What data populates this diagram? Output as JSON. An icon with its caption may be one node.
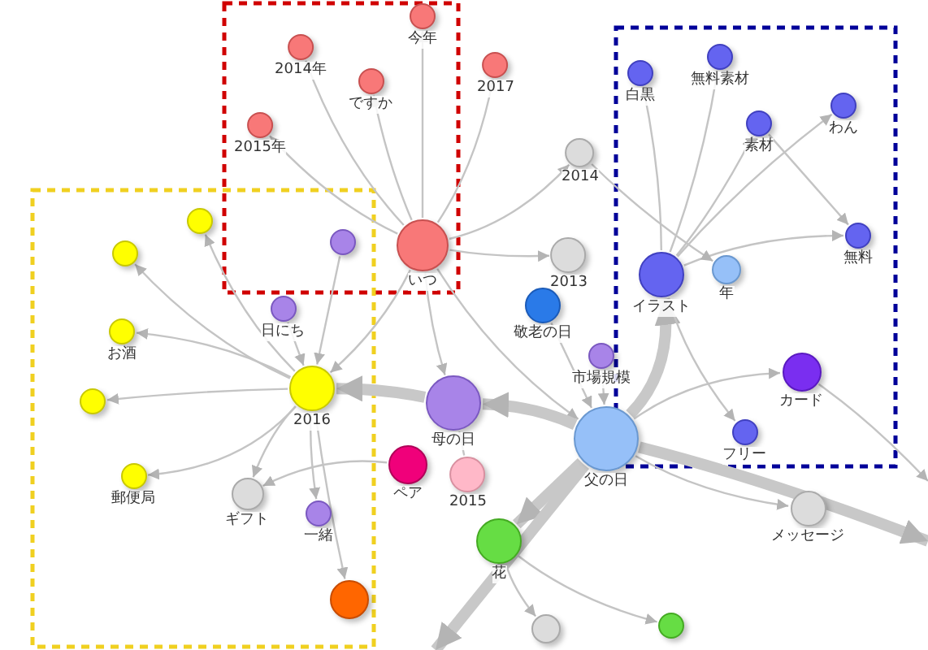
{
  "diagram": {
    "nodes": [
      {
        "text": [
          "今年"
        ]
      },
      {
        "text": [
          "2014年"
        ]
      },
      {
        "text": [
          "ですか"
        ]
      },
      {
        "text": [
          "2017"
        ]
      },
      {
        "text": [
          "2015年"
        ]
      },
      {
        "text": [
          "2014"
        ]
      },
      {
        "text": [
          "いつ"
        ]
      },
      {
        "text": [
          "2013"
        ]
      },
      {
        "text": [],
        "shape": "circle"
      },
      {
        "text": [],
        "shape": "circle"
      },
      {
        "text": [],
        "shape": "circle"
      },
      {
        "text": [
          "日にち"
        ]
      },
      {
        "text": [
          "お酒"
        ]
      },
      {
        "text": [
          "2016"
        ]
      },
      {
        "text": [],
        "shape": "circle"
      },
      {
        "text": [
          "母の日"
        ]
      },
      {
        "text": [
          "郵便局"
        ]
      },
      {
        "text": [
          "ギフト"
        ]
      },
      {
        "text": [
          "ペア"
        ]
      },
      {
        "text": [
          "2015"
        ]
      },
      {
        "text": [
          "一緒"
        ]
      },
      {
        "text": [],
        "shape": "circle"
      },
      {
        "text": [
          "花"
        ]
      },
      {
        "text": [
          "敬老の日"
        ]
      },
      {
        "text": [
          "市場規模"
        ]
      },
      {
        "text": [
          "父の日"
        ]
      },
      {
        "text": [
          "白黒"
        ]
      },
      {
        "text": [
          "無料素材"
        ]
      },
      {
        "text": [
          "素材"
        ]
      },
      {
        "text": [
          "わん"
        ]
      },
      {
        "text": [
          "イラスト"
        ]
      },
      {
        "text": [
          "年"
        ]
      },
      {
        "text": [
          "無料"
        ]
      },
      {
        "text": [
          "カード"
        ]
      },
      {
        "text": [
          "フリー"
        ]
      },
      {
        "text": [
          "メッセージ"
        ]
      },
      {
        "text": [],
        "shape": "circle"
      },
      {
        "text": [],
        "shape": "circle"
      }
    ],
    "edges": [
      {
        "from": 6,
        "to": 0,
        "arrow": "to"
      },
      {
        "from": 6,
        "to": 1,
        "arrow": "to"
      },
      {
        "from": 6,
        "to": 2,
        "arrow": "to"
      },
      {
        "from": 6,
        "to": 3,
        "arrow": "to"
      },
      {
        "from": 6,
        "to": 4,
        "arrow": "to"
      },
      {
        "from": 6,
        "to": 5,
        "arrow": "to"
      },
      {
        "from": 6,
        "to": 7,
        "arrow": "to"
      },
      {
        "from": 6,
        "to": 13,
        "arrow": "to"
      },
      {
        "from": 6,
        "to": 15,
        "arrow": "to"
      },
      {
        "from": 6,
        "to": 25,
        "arrow": "to"
      },
      {
        "from": 13,
        "to": 9,
        "arrow": "to"
      },
      {
        "from": 13,
        "to": 8,
        "arrow": "to"
      },
      {
        "from": 13,
        "to": 12,
        "arrow": "to"
      },
      {
        "from": 13,
        "to": 14,
        "arrow": "to"
      },
      {
        "from": 13,
        "to": 16,
        "arrow": "to"
      },
      {
        "from": 13,
        "to": 17,
        "arrow": "to"
      },
      {
        "from": 13,
        "to": 21,
        "arrow": "to"
      },
      {
        "from": 11,
        "to": 13,
        "arrow": "to"
      },
      {
        "from": 10,
        "to": 13,
        "arrow": "to"
      },
      {
        "from": 15,
        "to": 13,
        "arrow": "to",
        "style": "thick"
      },
      {
        "from": 25,
        "to": 15,
        "arrow": "to",
        "style": "thick"
      },
      {
        "from": 25,
        "to": 30,
        "arrow": "to",
        "style": "thick"
      },
      {
        "from": 25,
        "to": 22,
        "arrow": "to",
        "style": "thick"
      },
      {
        "from": 25,
        "to": null,
        "arrow": "to",
        "style": "thick"
      },
      {
        "from": 25,
        "to": null,
        "arrow": "to",
        "style": "thick"
      },
      {
        "from": 25,
        "to": 35,
        "arrow": "to"
      },
      {
        "from": 25,
        "to": 33,
        "arrow": "to"
      },
      {
        "from": 30,
        "to": 34,
        "arrow": "to"
      },
      {
        "from": 30,
        "to": 26,
        "arrow": "to"
      },
      {
        "from": 30,
        "to": 27,
        "arrow": "to"
      },
      {
        "from": 30,
        "to": 28,
        "arrow": "to"
      },
      {
        "from": 30,
        "to": 29,
        "arrow": "to"
      },
      {
        "from": 30,
        "to": 32,
        "arrow": "to"
      },
      {
        "from": 28,
        "to": 32,
        "arrow": "to"
      },
      {
        "from": 5,
        "to": 31,
        "arrow": "to"
      },
      {
        "from": 24,
        "to": 25,
        "arrow": "to"
      },
      {
        "from": 23,
        "to": 25,
        "arrow": "to"
      },
      {
        "from": 18,
        "to": 17,
        "arrow": "to"
      },
      {
        "from": 19,
        "to": 15,
        "arrow": "to"
      },
      {
        "from": 13,
        "to": 20,
        "arrow": "to"
      },
      {
        "from": 22,
        "to": 37,
        "arrow": "to"
      },
      {
        "from": 22,
        "to": 36,
        "arrow": "to"
      },
      {
        "from": 33,
        "to": null,
        "arrow": "to"
      }
    ]
  }
}
